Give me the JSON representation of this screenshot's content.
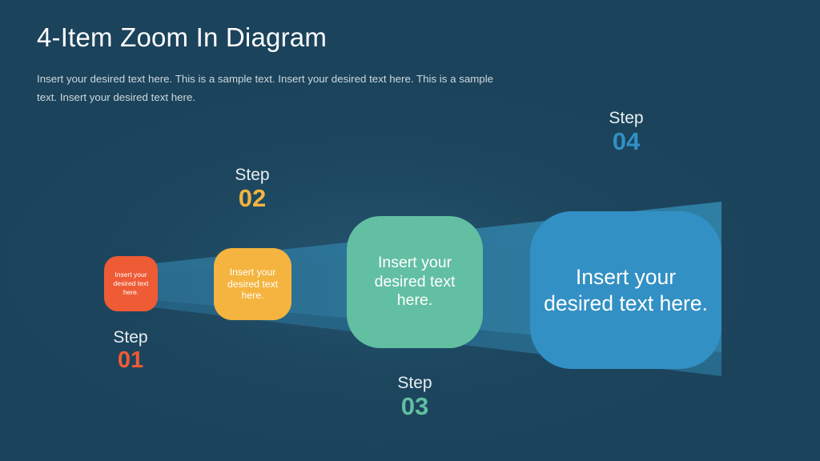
{
  "slide": {
    "background_color": "#1b435b",
    "title": "4-Item Zoom In Diagram",
    "subtitle": "Insert your desired text here. This is a sample text. Insert your desired text here. This is a sample text. Insert your desired text here."
  },
  "steps": [
    {
      "step_word": "Step",
      "number": "01",
      "body": "Insert your desired text here.",
      "color": "#ee5b35"
    },
    {
      "step_word": "Step",
      "number": "02",
      "body": "Insert your desired text here.",
      "color": "#f4b43f"
    },
    {
      "step_word": "Step",
      "number": "03",
      "body": "Insert your desired text here.",
      "color": "#62bfa2"
    },
    {
      "step_word": "Step",
      "number": "04",
      "body": "Insert your desired text here.",
      "color": "#3290c4"
    }
  ],
  "funnel": {
    "light_color": "#2e7a9e",
    "mid_color": "#286b8c",
    "dark_color": "#225f7f"
  }
}
